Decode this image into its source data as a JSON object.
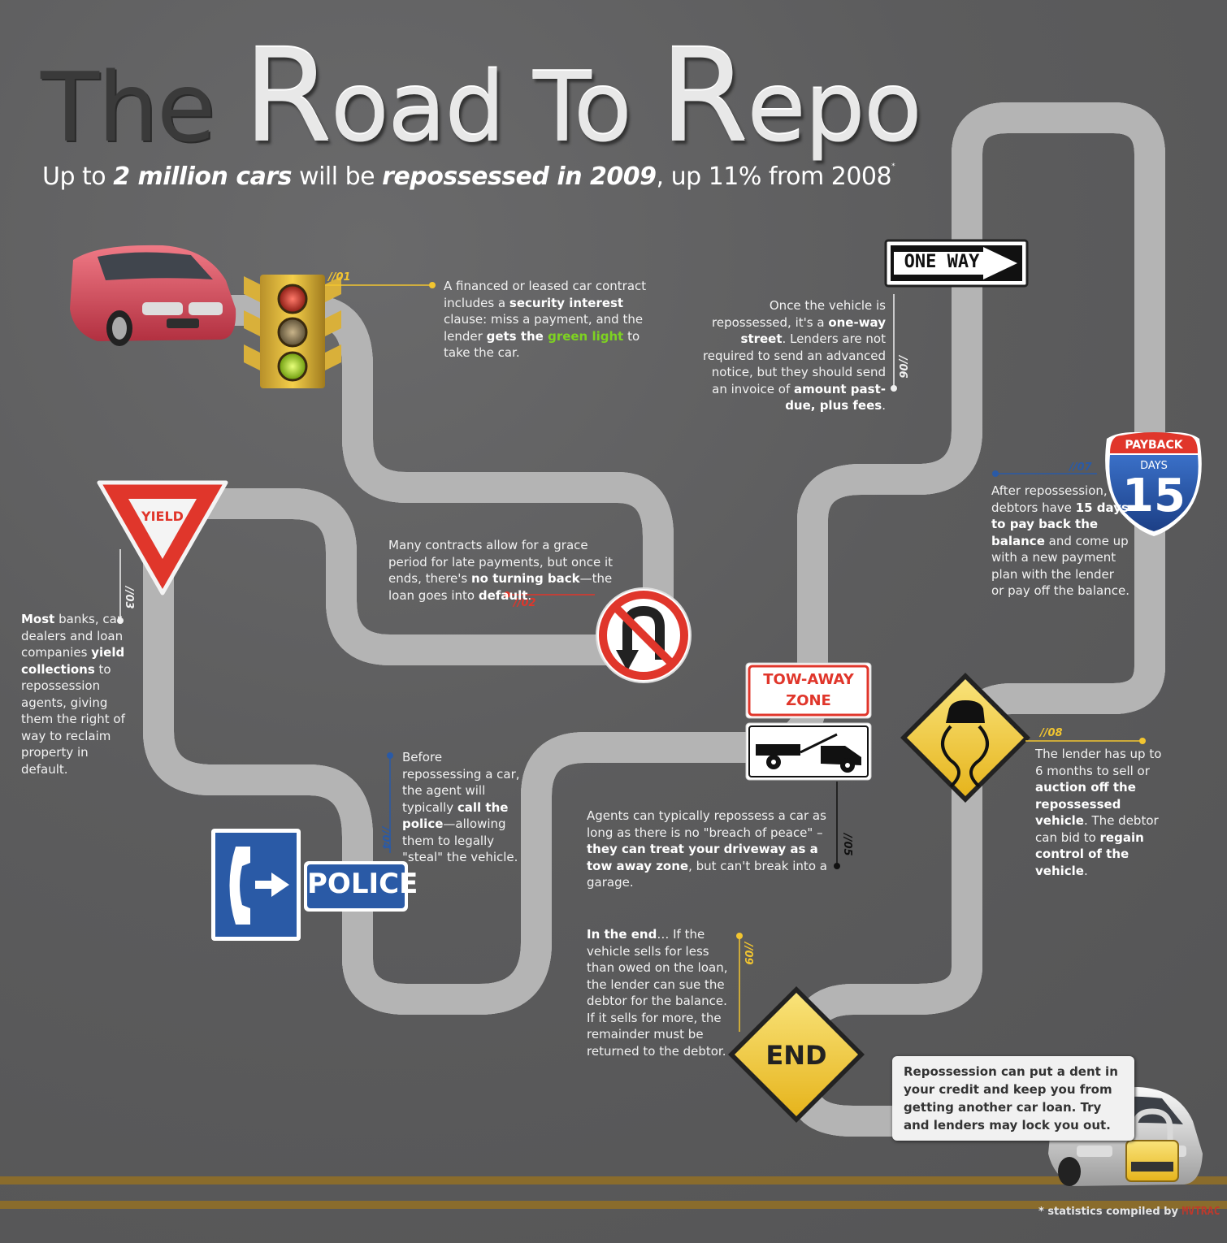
{
  "title": {
    "w1": "The",
    "w2_cap": "R",
    "w2_rest": "oad",
    "w3": "To",
    "w4_cap": "R",
    "w4_rest": "epo"
  },
  "subtitle": {
    "p1": "Up to ",
    "b1": "2 million cars",
    "p2": " will be ",
    "b2": "repossessed in 2009",
    "p3": ", up 11% from 2008",
    "mark": "*"
  },
  "steps": {
    "s01": {
      "num": "//01",
      "t1": "A financed or leased car contract includes a ",
      "b1": "security interest",
      "t2": " clause: miss a payment, and the lender ",
      "b2": "gets the ",
      "g": "green light",
      "t3": " to take the car."
    },
    "s02": {
      "num": "//02",
      "t1": "Many contracts allow for a grace period for late payments, but once it ends, there's ",
      "b1": "no turning back",
      "t2": "—the loan goes into ",
      "b2": "default",
      "t3": "."
    },
    "s03": {
      "num": "//03",
      "b1": "Most",
      "t1": " banks, car dealers and loan companies ",
      "b2": "yield collections",
      "t2": " to repossession agents, giving them the right of way to reclaim property in default."
    },
    "s04": {
      "num": "//04",
      "t1": "Before repossessing a car, the agent will typically ",
      "b1": "call the police",
      "t2": "—allowing them to legally \"steal\" the vehicle."
    },
    "s05": {
      "num": "//05",
      "t1": "Agents can typically repossess a car as long as there is no \"breach of peace\" –",
      "b1": "they can treat your driveway as a tow away zone",
      "t2": ", but can't break into a garage."
    },
    "s06": {
      "num": "//06",
      "t1": "Once the vehicle is repossessed, it's a ",
      "b1": "one-way street",
      "t2": ". Lenders are not required to send an advanced notice, but they should send an invoice of ",
      "b2": "amount past-due, plus fees",
      "t3": "."
    },
    "s07": {
      "num": "//07",
      "t1": "After repossession, debtors have ",
      "b1": "15 days to pay back the balance",
      "t2": " and come up with a new payment plan with the lender or pay off the balance."
    },
    "s08": {
      "num": "//08",
      "t1": "The lender has up to 6 months to sell or ",
      "b1": "auction off the repossessed vehicle",
      "t2": ". The debtor can bid to ",
      "b2": "regain control of the vehicle",
      "t3": "."
    },
    "s09": {
      "num": "//09",
      "b1": "In the end",
      "t1": "… If the vehicle sells for less than owed on the loan, the lender can sue the debtor for the balance. If it sells for more, the remainder must be returned to the debtor."
    }
  },
  "signs": {
    "yield": "YIELD",
    "police": "POLICE",
    "tow1": "TOW-AWAY",
    "tow2": "ZONE",
    "one_way": "ONE WAY",
    "payback": "PAYBACK",
    "days": "DAYS",
    "days_num": "15",
    "end": "END"
  },
  "callout": "Repossession can put a dent in your credit and keep you from getting another car loan. Try and lenders may lock you out.",
  "footer": {
    "text": "* statistics compiled by ",
    "brand": "MVTRAC"
  },
  "colors": {
    "bg": "#5f5f60",
    "road": "#b5b5b5",
    "red": "#e0362b",
    "yellow": "#f2c530",
    "blue": "#2a5aa6",
    "accent_green": "#7ed321"
  },
  "icons": [
    "car-icon",
    "traffic-light-icon",
    "no-u-turn-icon",
    "yield-sign-icon",
    "phone-sign-icon",
    "police-sign-icon",
    "tow-truck-icon",
    "one-way-sign-icon",
    "interstate-shield-icon",
    "slippery-road-icon",
    "end-sign-icon",
    "lock-icon"
  ]
}
